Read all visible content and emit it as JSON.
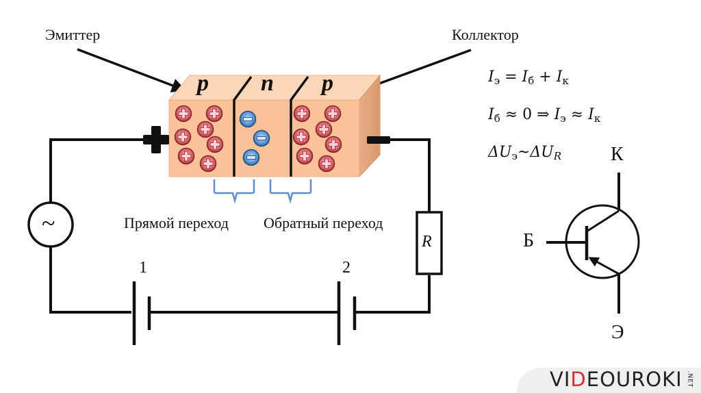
{
  "labels": {
    "emitter": "Эмиттер",
    "collector": "Коллектор",
    "forward_junction": "Прямой переход",
    "reverse_junction": "Обратный переход",
    "battery_1": "1",
    "battery_2": "2",
    "resistor": "R",
    "ac_source": "~",
    "plus_terminal": "+",
    "minus_terminal": "−"
  },
  "crystal": {
    "regions": [
      "p",
      "n",
      "p"
    ],
    "holes_per_p_region": 7,
    "electrons_in_n_region": 3,
    "hole_symbol": "+",
    "electron_symbol": "−",
    "colors": {
      "body": "#f9c197",
      "top": "#fbd3b4",
      "side": "#e3a57d",
      "hole": "#b8323a",
      "electron": "#3f7fc4",
      "bracket": "#5b8ed0"
    }
  },
  "formulas": [
    {
      "name": "current-sum",
      "parts": [
        "I",
        "э",
        " = ",
        "I",
        "б",
        " + ",
        "I",
        "к"
      ]
    },
    {
      "name": "base-current-approx",
      "parts": [
        "I",
        "б",
        " ≈ 0 ⇒ ",
        "I",
        "э",
        " ≈ ",
        "I",
        "к"
      ]
    },
    {
      "name": "voltage-relation",
      "parts": [
        "ΔU",
        "э",
        "~",
        "ΔU",
        "R"
      ]
    }
  ],
  "transistor_symbol": {
    "collector": "К",
    "base": "Б",
    "emitter": "Э"
  },
  "watermark": {
    "brand_pre": "VI",
    "brand_d": "D",
    "brand_post": "EOUROKI",
    "brand_suffix": ".NET"
  }
}
